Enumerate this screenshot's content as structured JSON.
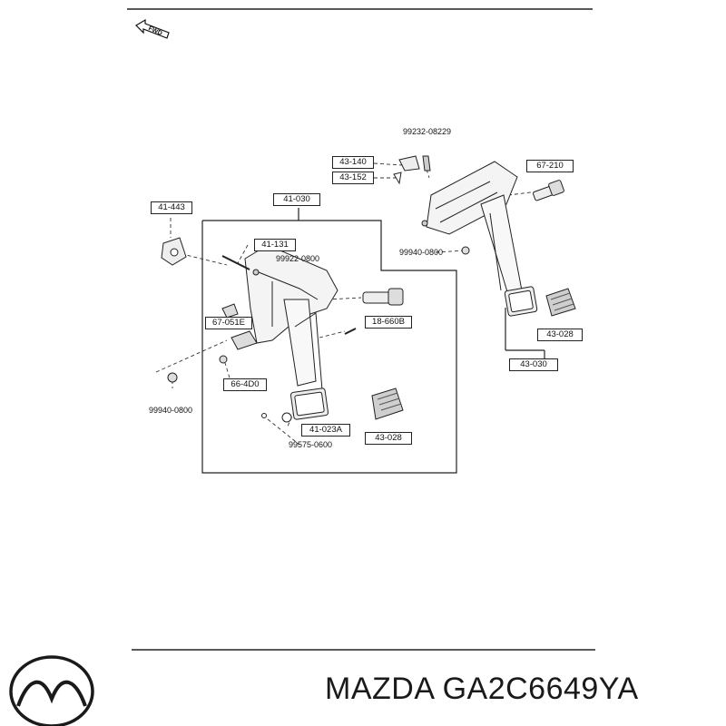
{
  "diagram": {
    "direction_label": "FWD",
    "part_labels": {
      "p99232_08229": "99232-08229",
      "p43_140": "43-140",
      "p43_152": "43-152",
      "p67_210": "67-210",
      "p41_443": "41-443",
      "p41_030": "41-030",
      "p41_131": "41-131",
      "p99922_0800": "99922-0800",
      "p99940_0800_a": "99940-0800",
      "p67_051e": "67-051E",
      "p18_660b": "18-660B",
      "p43_028_a": "43-028",
      "p43_030": "43-030",
      "p66_4d0": "66-4D0",
      "p99940_0800_b": "99940-0800",
      "p41_023a": "41-023A",
      "p43_028_b": "43-028",
      "p99575_0600": "99575-0600"
    }
  },
  "footer": {
    "brand": "MAZDA",
    "part_number": "GA2C6649YA",
    "logo_icon": "mazda-logo-icon"
  }
}
